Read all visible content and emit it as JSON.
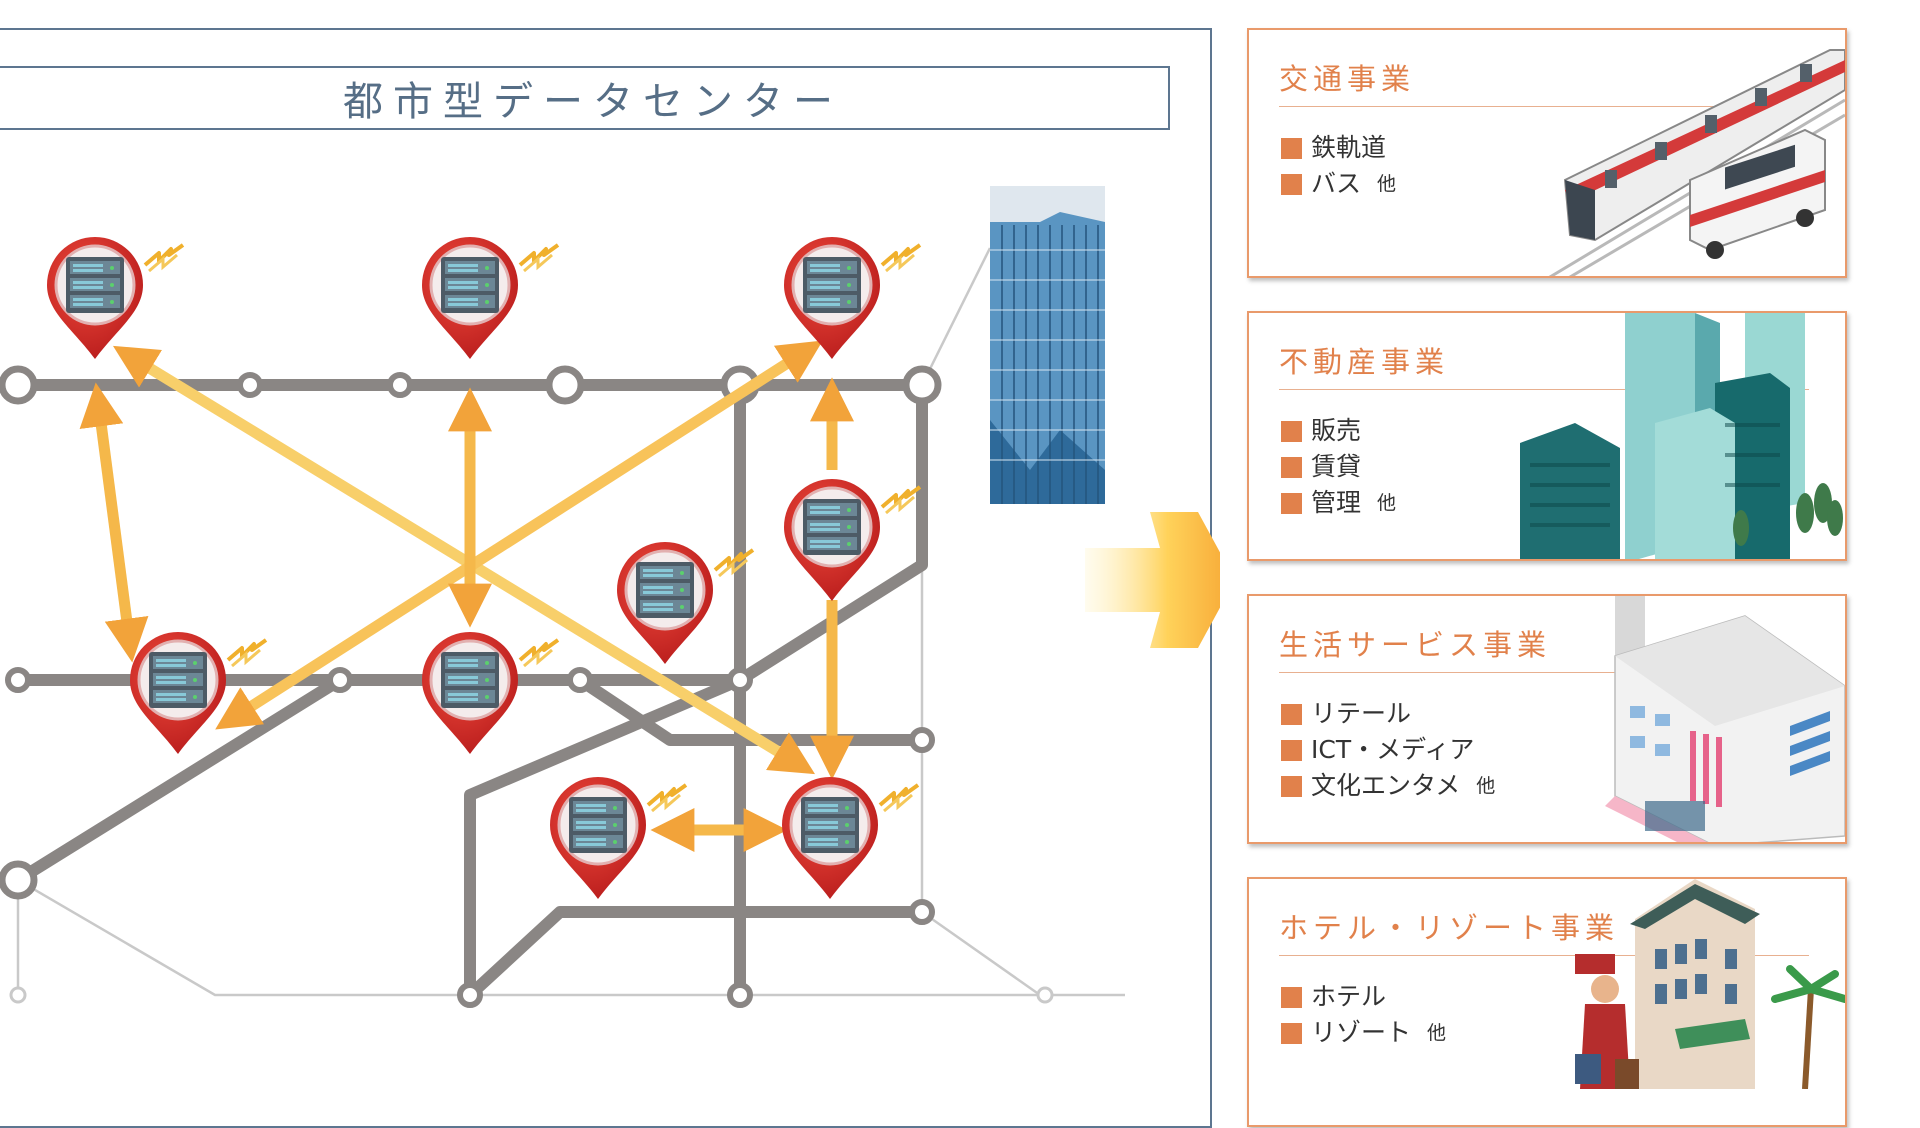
{
  "diagram": {
    "title": "都市型データセンター"
  },
  "businesses": [
    {
      "title": "交通事業",
      "items": [
        "鉄軌道",
        "バス"
      ],
      "etc": "他"
    },
    {
      "title": "不動産事業",
      "items": [
        "販売",
        "賃貸",
        "管理"
      ],
      "etc": "他"
    },
    {
      "title": "生活サービス事業",
      "items": [
        "リテール",
        "ICT・メディア",
        "文化エンタメ"
      ],
      "etc": "他"
    },
    {
      "title": "ホテル・リゾート事業",
      "items": [
        "ホテル",
        "リゾート"
      ],
      "etc": "他"
    }
  ],
  "colors": {
    "frame": "#5d7690",
    "accent": "#e1814b",
    "rail": "#8a8684",
    "arrow": "#f5b84a",
    "pin": "#d42a2a"
  },
  "icons": [
    "server-icon",
    "signal-icon",
    "building-icon",
    "train-icon",
    "bus-icon",
    "apartment-icon",
    "store-icon",
    "hotel-icon",
    "bellhop-icon",
    "palm-icon"
  ]
}
